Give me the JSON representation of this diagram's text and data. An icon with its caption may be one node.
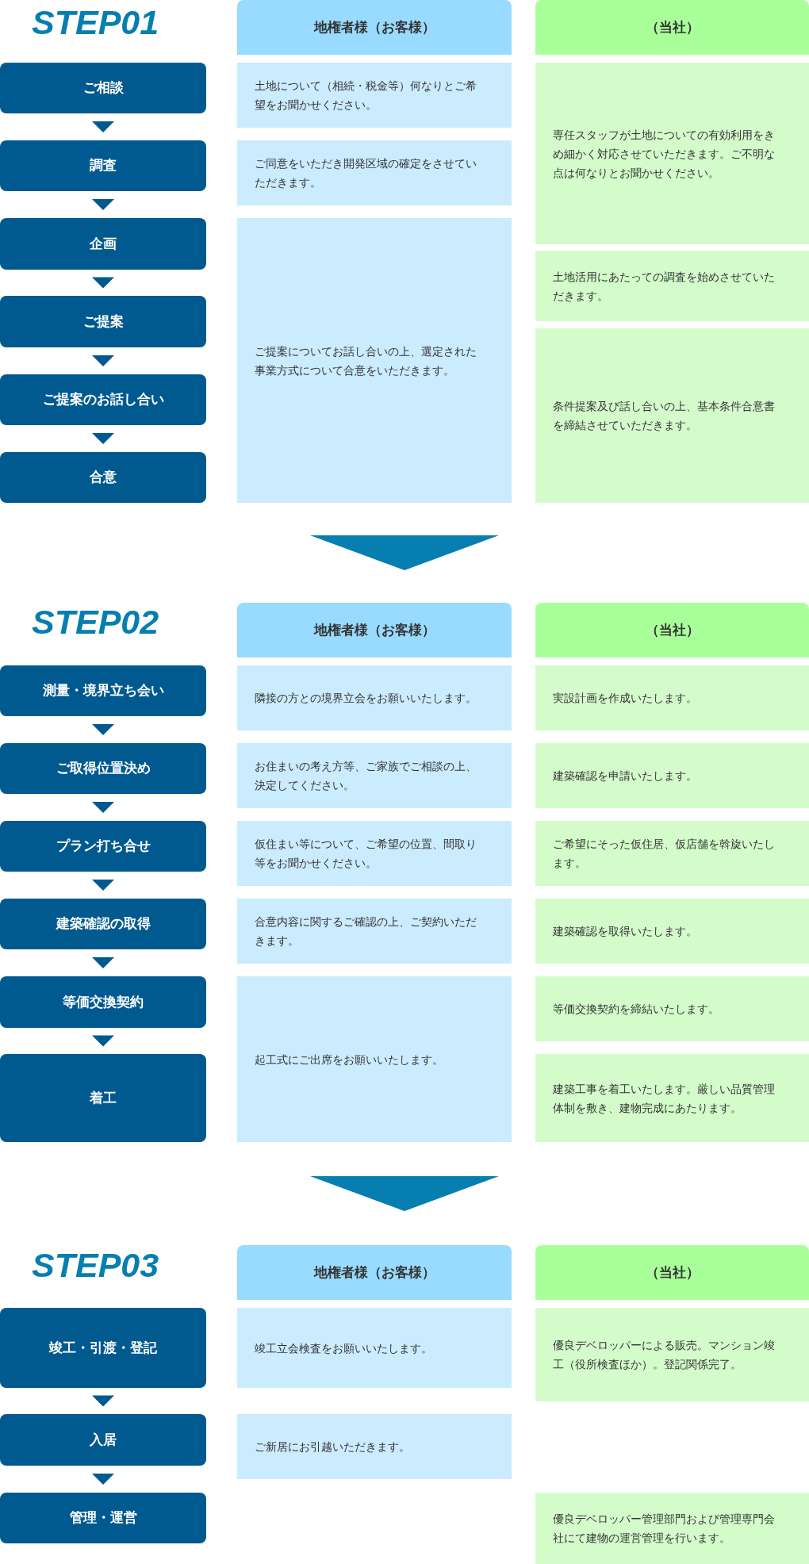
{
  "diagram": {
    "nodes": [
      {
        "text": [
          "地権者様（お客様）"
        ]
      },
      {
        "text": [
          "（当社）"
        ]
      },
      {
        "text": [
          "ご相談"
        ]
      },
      {
        "text": [
          "土地について（相続・税金等）何なりとご希望をお聞かせください。"
        ]
      },
      {
        "text": [
          "専任スタッフが土地についての有効利用をきめ細かく対応させていただきます。ご不明な点は何なりとお聞かせください。"
        ]
      },
      {
        "text": [
          "調査"
        ]
      },
      {
        "text": [
          "ご同意をいただき開発区域の確定をさせていただきます。"
        ]
      },
      {
        "text": [
          "企画"
        ]
      },
      {
        "text": [
          "ご提案についてお話し合いの上、選定された事業方式について合意をいただきます。"
        ]
      },
      {
        "text": [
          "土地活用にあたっての調査を始めさせていただきます。"
        ]
      },
      {
        "text": [
          "ご提案"
        ]
      },
      {
        "text": [
          "ご提案のお話し合い"
        ]
      },
      {
        "text": [
          "条件提案及び話し合いの上、基本条件合意書を締結させていただきます。"
        ]
      },
      {
        "text": [
          "合意"
        ]
      },
      {
        "text": [
          "地権者様（お客様）"
        ]
      },
      {
        "text": [
          "（当社）"
        ]
      },
      {
        "text": [
          "測量・境界立ち会い"
        ]
      },
      {
        "text": [
          "隣接の方との境界立会をお願いいたします。"
        ]
      },
      {
        "text": [
          "実設計画を作成いたします。"
        ]
      },
      {
        "text": [
          "ご取得位置決め"
        ]
      },
      {
        "text": [
          "お住まいの考え方等、ご家族でご相談の上、決定してください。"
        ]
      },
      {
        "text": [
          "建築確認を申請いたします。"
        ]
      },
      {
        "text": [
          "プラン打ち合せ"
        ]
      },
      {
        "text": [
          "仮住まい等について、ご希望の位置、間取り等をお聞かせください。"
        ]
      },
      {
        "text": [
          "ご希望にそった仮住居、仮店舗を斡旋いたします。"
        ]
      },
      {
        "text": [
          "建築確認の取得"
        ]
      },
      {
        "text": [
          "合意内容に関するご確認の上、ご契約いただきます。"
        ]
      },
      {
        "text": [
          "建築確認を取得いたします。"
        ]
      },
      {
        "text": [
          "等価交換契約"
        ]
      },
      {
        "text": [
          "起工式にご出席をお願いいたします。"
        ]
      },
      {
        "text": [
          "等価交換契約を締結いたします。"
        ]
      },
      {
        "text": [
          "着工"
        ]
      },
      {
        "text": [
          "建築工事を着工いたします。厳しい品質管理体制を敷き、建物完成にあたります。"
        ]
      },
      {
        "text": [
          "地権者様（お客様）"
        ]
      },
      {
        "text": [
          "（当社）"
        ]
      },
      {
        "text": [
          "竣工・引渡・登記"
        ]
      },
      {
        "text": [
          "竣工立会検査をお願いいたします。"
        ]
      },
      {
        "text": [
          "優良デベロッパーによる販売。マンション竣工（役所検査ほか）。登記関係完了。"
        ]
      },
      {
        "text": [
          "入居"
        ]
      },
      {
        "text": [
          "ご新居にお引越いただきます。"
        ]
      },
      {
        "text": [
          "管理・運営"
        ]
      },
      {
        "text": [
          "優良デベロッパー管理部門および管理専門会社にて建物の運営管理を行います。"
        ]
      }
    ],
    "edges": [
      {
        "from": 2,
        "to": 5,
        "arrow": "to"
      },
      {
        "from": 5,
        "to": 7,
        "arrow": "to"
      },
      {
        "from": 7,
        "to": 10,
        "arrow": "to"
      },
      {
        "from": 10,
        "to": 11,
        "arrow": "to"
      },
      {
        "from": 11,
        "to": 13,
        "arrow": "to"
      },
      {
        "from": 8,
        "to": 14,
        "arrow": "to",
        "style": "thick",
        "color": "#067eb0"
      },
      {
        "from": 16,
        "to": 19,
        "arrow": "to"
      },
      {
        "from": 19,
        "to": 22,
        "arrow": "to"
      },
      {
        "from": 22,
        "to": 25,
        "arrow": "to"
      },
      {
        "from": 25,
        "to": 28,
        "arrow": "to"
      },
      {
        "from": 28,
        "to": 31,
        "arrow": "to"
      },
      {
        "from": 29,
        "to": 33,
        "arrow": "to",
        "style": "thick",
        "color": "#067eb0"
      },
      {
        "from": 35,
        "to": 38,
        "arrow": "to"
      },
      {
        "from": 38,
        "to": 40,
        "arrow": "to"
      }
    ],
    "labels": [
      "STEP01",
      "STEP02",
      "STEP03"
    ]
  }
}
